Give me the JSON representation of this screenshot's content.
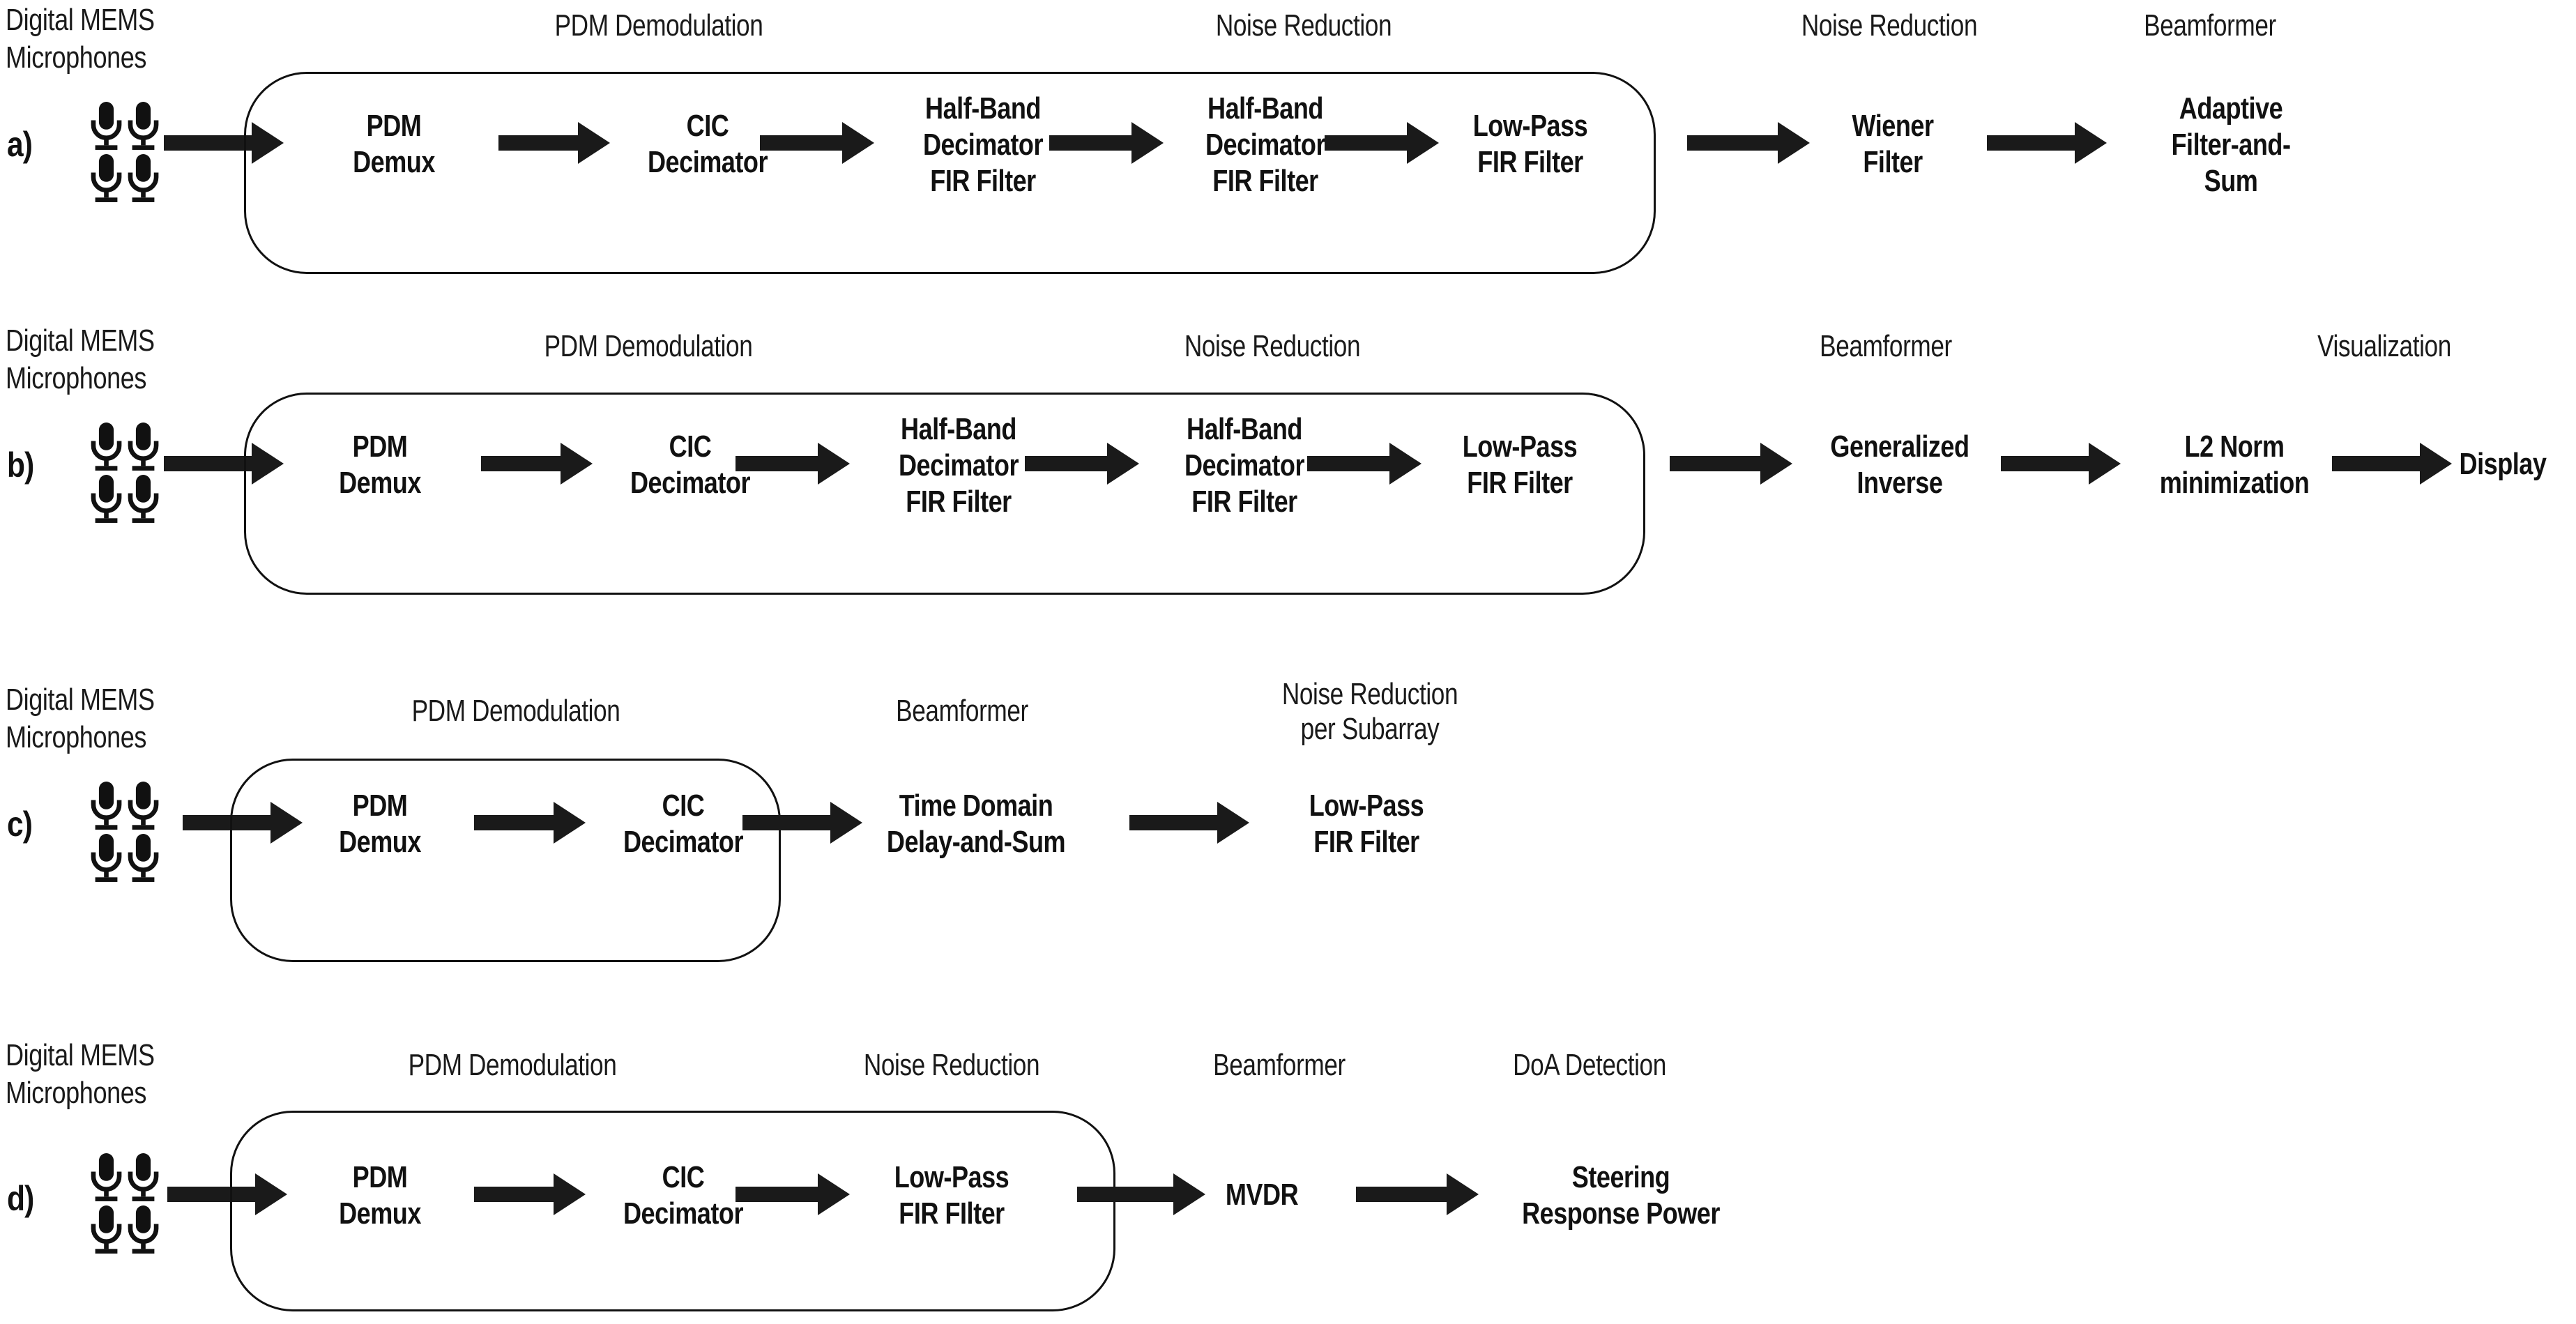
{
  "figure": {
    "type": "signal-processing-pipeline-diagram",
    "row_count": 4,
    "mic_count_per_row": 4,
    "stroke_color": "#1a1a1a",
    "background_color": "#ffffff"
  },
  "common": {
    "mic_caption": "Digital MEMS\nMicrophones",
    "mic_icon_name": "microphone-icon"
  },
  "rows": [
    {
      "marker": "a)",
      "headers": [
        {
          "text": "PDM Demodulation"
        },
        {
          "text": "Noise Reduction"
        },
        {
          "text": "Noise Reduction"
        },
        {
          "text": "Beamformer"
        }
      ],
      "blocks_in_box": [
        {
          "label": "PDM\nDemux"
        },
        {
          "label": "CIC\nDecimator"
        },
        {
          "label": "Half-Band\nDecimator\nFIR Filter"
        },
        {
          "label": "Half-Band\nDecimator\nFIR Filter"
        },
        {
          "label": "Low-Pass\nFIR Filter"
        }
      ],
      "blocks_outside": [
        {
          "label": "Wiener\nFilter"
        },
        {
          "label": "Adaptive\nFilter-and-\nSum"
        }
      ]
    },
    {
      "marker": "b)",
      "headers": [
        {
          "text": "PDM Demodulation"
        },
        {
          "text": "Noise Reduction"
        },
        {
          "text": "Beamformer"
        },
        {
          "text": "Visualization"
        }
      ],
      "blocks_in_box": [
        {
          "label": "PDM\nDemux"
        },
        {
          "label": "CIC\nDecimator"
        },
        {
          "label": "Half-Band\nDecimator\nFIR Filter"
        },
        {
          "label": "Half-Band\nDecimator\nFIR Filter"
        },
        {
          "label": "Low-Pass\nFIR Filter"
        }
      ],
      "blocks_outside": [
        {
          "label": "Generalized\nInverse"
        },
        {
          "label": "L2 Norm\nminimization"
        },
        {
          "label": "Display"
        }
      ]
    },
    {
      "marker": "c)",
      "headers": [
        {
          "text": "PDM Demodulation"
        },
        {
          "text": "Beamformer"
        },
        {
          "text": "Noise Reduction\nper Subarray"
        }
      ],
      "blocks_in_box": [
        {
          "label": "PDM\nDemux"
        },
        {
          "label": "CIC\nDecimator"
        }
      ],
      "blocks_outside": [
        {
          "label": "Time Domain\nDelay-and-Sum"
        },
        {
          "label": "Low-Pass\nFIR Filter"
        }
      ]
    },
    {
      "marker": "d)",
      "headers": [
        {
          "text": "PDM Demodulation"
        },
        {
          "text": "Noise Reduction"
        },
        {
          "text": "Beamformer"
        },
        {
          "text": "DoA Detection"
        }
      ],
      "blocks_in_box": [
        {
          "label": "PDM\nDemux"
        },
        {
          "label": "CIC\nDecimator"
        },
        {
          "label": "Low-Pass\nFIR FIlter"
        }
      ],
      "blocks_outside": [
        {
          "label": "MVDR"
        },
        {
          "label": "Steering\nResponse Power"
        }
      ]
    }
  ]
}
